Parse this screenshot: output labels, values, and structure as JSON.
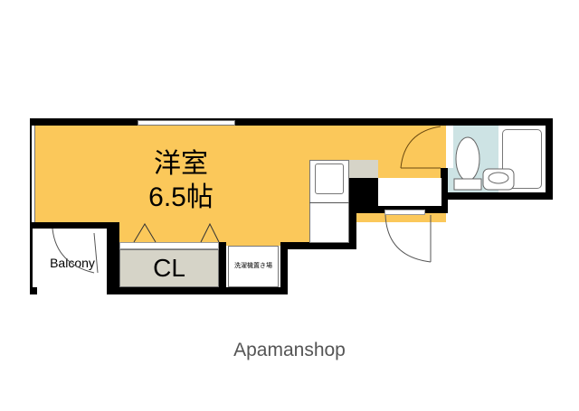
{
  "floor_plan": {
    "rooms": {
      "western_room": {
        "label_line1": "洋室",
        "label_line2": "6.5帖",
        "color": "#FBC85A"
      },
      "closet": {
        "label": "CL",
        "color": "#D6D4C8"
      },
      "balcony": {
        "label": "Balcony"
      },
      "washer_space": {
        "label": "洗濯機置き場"
      },
      "bathroom": {
        "color": "#CDE3E4"
      }
    },
    "wall_color": "#000000"
  },
  "watermark": {
    "text": "Apamanshop",
    "color": "#555555"
  }
}
